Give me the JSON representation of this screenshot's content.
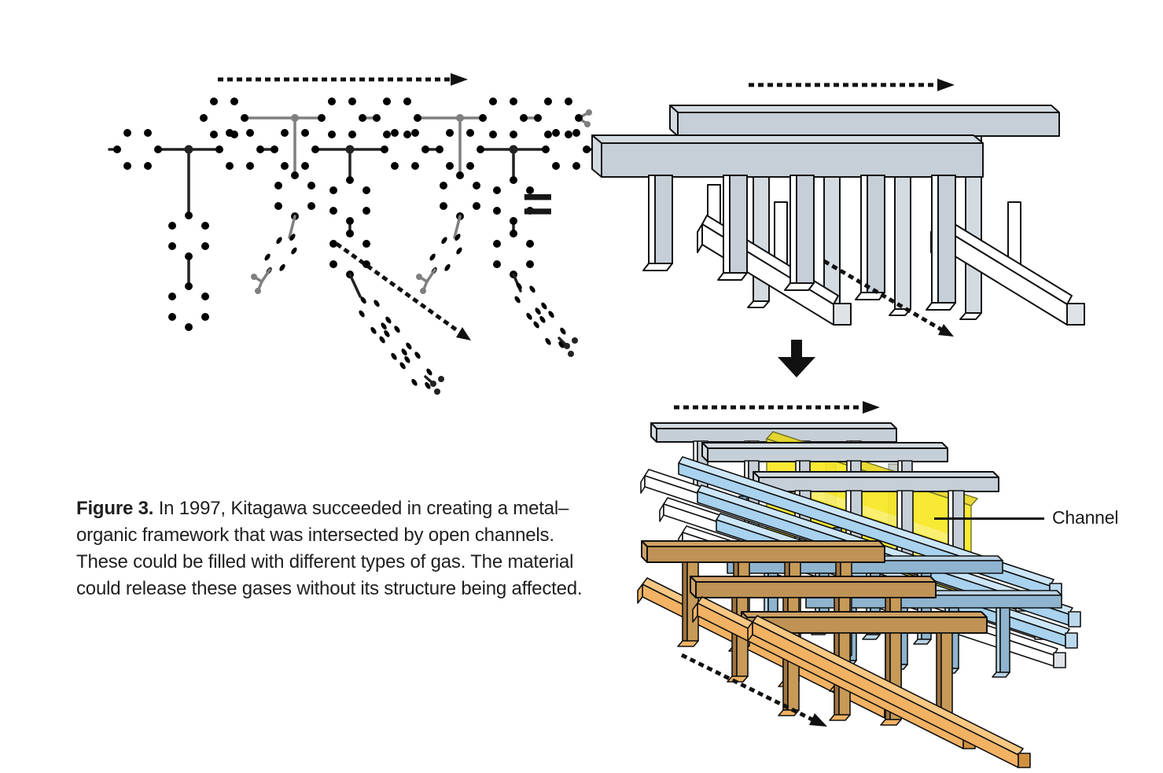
{
  "figure_caption": {
    "label": "Figure 3.",
    "text": " In 1997, Kitagawa succeeded in creating a metal–organic framework that was intersected by open channels. These could be filled with different types of gas. The material could release these gases without its structure being affected."
  },
  "symbols": {
    "equals": "="
  },
  "annotations": {
    "channel_label": "Channel"
  },
  "diagram_parts": {
    "molecule": "polymer chains as ball-and-stick molecular structure",
    "top_right": "equivalent schematic comb-shaped frameworks",
    "bottom_right": "stacked interpenetrating comb frameworks with open channel highlighted"
  },
  "colors": {
    "outline": "#111111",
    "beam_gray": "#c6cfd7",
    "beam_gray_light": "#d3dbe1",
    "cap_gray": "#dfe3e6",
    "yellow": "#f8e71f",
    "yellow_top": "#e8d61e",
    "light_blue": "#a8d2ee",
    "light_blue_top": "#cce6f8",
    "light_blue_cap": "#bcd9ee",
    "post_blue": "#6f9fc0",
    "steel_blue": "#8fb4cf",
    "steel_blue_light": "#bad3e4",
    "tan": "#bf9255",
    "tan_top": "#cfa265",
    "tan_leg": "#c79a58",
    "tan_leg_strip": "#9f7440",
    "light_orange": "#f2b264",
    "light_orange_top": "#f7c783",
    "orange_cap": "#d09040",
    "molecule_black": "#222222",
    "molecule_gray": "#7f7f7f",
    "arrow_black": "#111111"
  }
}
